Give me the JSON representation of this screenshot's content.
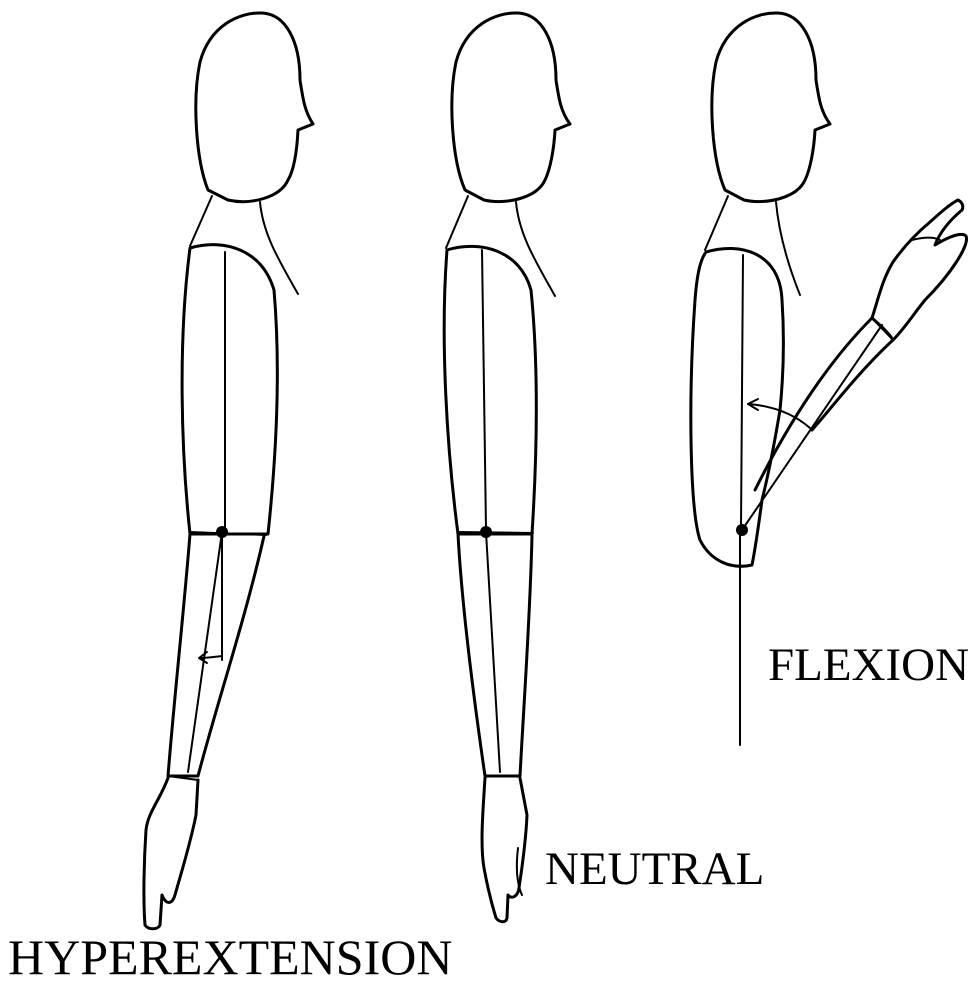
{
  "figure": {
    "labels": {
      "hyperextension": "HYPEREXTENSION",
      "neutral": "NEUTRAL",
      "flexion": "FLEXION"
    },
    "colors": {
      "line": "#000000",
      "background": "#ffffff"
    }
  }
}
